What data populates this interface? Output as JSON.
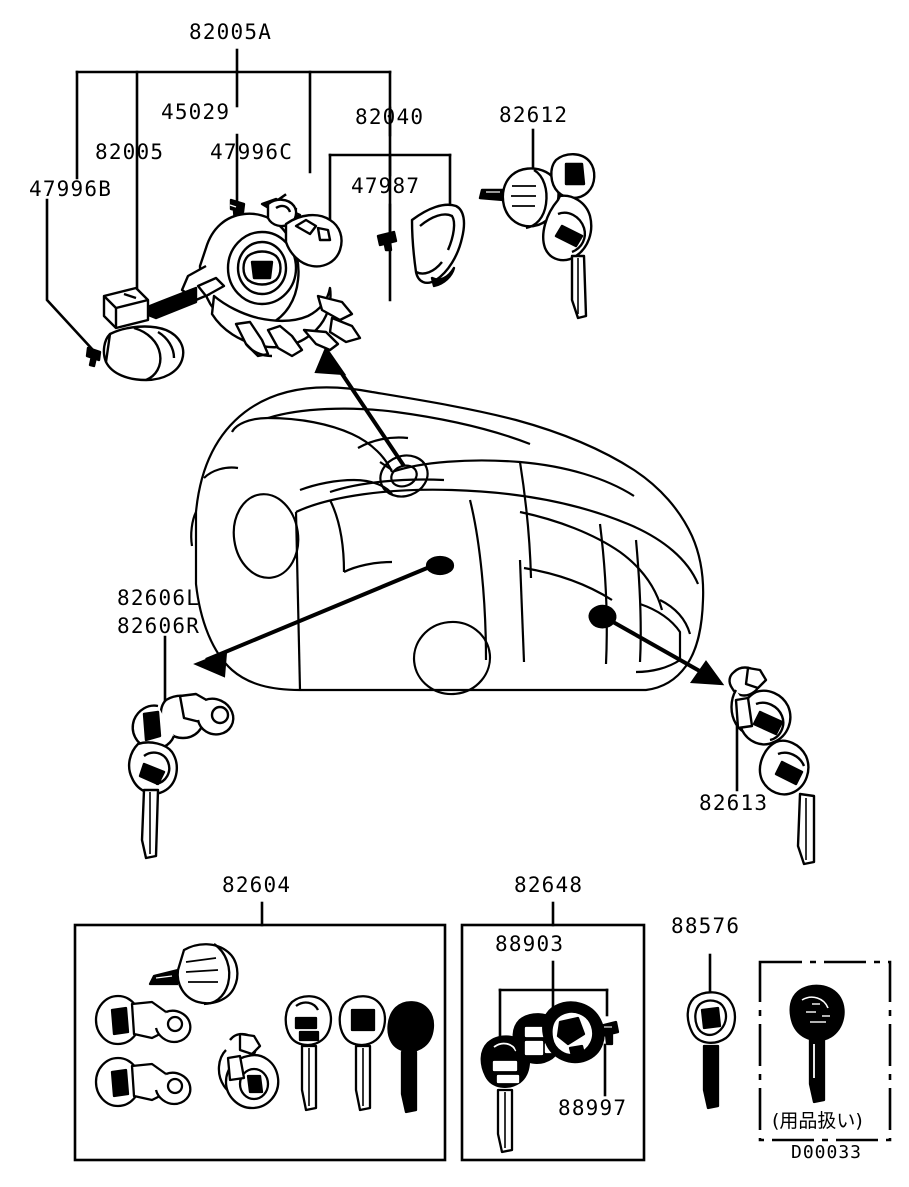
{
  "diagram": {
    "code": "D00033",
    "note_jp": "(用品扱い)",
    "stroke_color": "#000000",
    "background_color": "#ffffff"
  },
  "labels": {
    "assembly_top": "82005A",
    "bracket_children": [
      {
        "id": "47996B",
        "text": "47996B"
      },
      {
        "id": "82005",
        "text": "82005"
      },
      {
        "id": "45029",
        "text": "45029"
      },
      {
        "id": "47996C",
        "text": "47996C"
      },
      {
        "id": "82040",
        "text": "82040"
      }
    ],
    "sub_47987": "47987",
    "cylinder_82612": "82612",
    "door_lock_left": "82606L",
    "door_lock_right": "82606R",
    "tailgate_lock": "82613",
    "lock_set": "82604",
    "key_set": "82648",
    "key_body_88903": "88903",
    "key_screw_88997": "88997",
    "blank_key_88576": "88576"
  }
}
